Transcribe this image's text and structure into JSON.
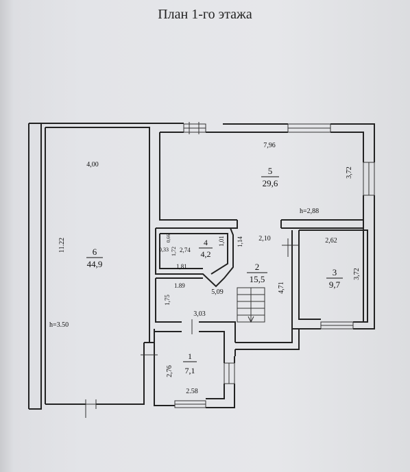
{
  "title": "План 1-го этажа",
  "rooms": [
    {
      "id": "6",
      "num": "6",
      "area": "44,9",
      "dims": [
        "4,00",
        "11.22"
      ],
      "height": "h=3.50"
    },
    {
      "id": "5",
      "num": "5",
      "area": "29,6",
      "dims": [
        "7,96",
        "3,72"
      ],
      "height": "h=2,88"
    },
    {
      "id": "4",
      "num": "4",
      "area": "4,2",
      "dims": [
        "2,74",
        "1,72",
        "0,66",
        "0,33",
        "1,01",
        "1,81"
      ]
    },
    {
      "id": "2",
      "num": "2",
      "area": "15,5",
      "dims": [
        "1,14",
        "2,10",
        "4,71",
        "1.89",
        "5,09",
        "1,75"
      ]
    },
    {
      "id": "3",
      "num": "3",
      "area": "9,7",
      "dims": [
        "2,62",
        "3,72"
      ]
    },
    {
      "id": "1",
      "num": "1",
      "area": "7,1",
      "dims": [
        "3,03",
        "2,76",
        "2.58"
      ]
    }
  ]
}
